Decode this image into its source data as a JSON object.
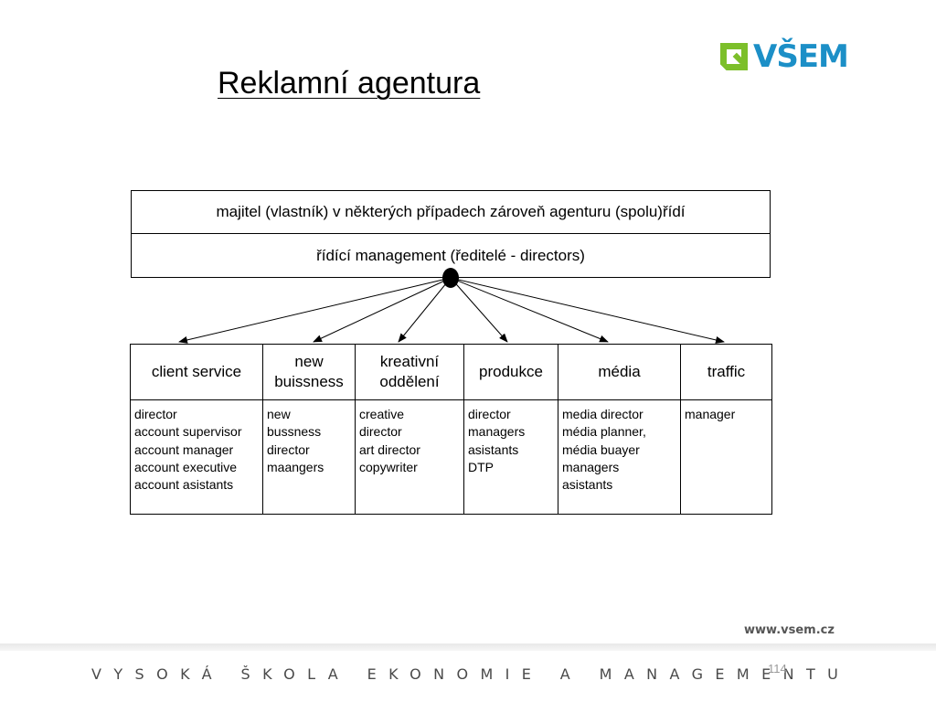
{
  "title": "Reklamní agentura",
  "logo": {
    "text": "VŠEM",
    "brand_color": "#1c8fc7",
    "accent_color": "#7cbf2a"
  },
  "owner_box": "majitel (vlastník) v některých případech zároveň agenturu (spolu)řídí",
  "management_box": "řídící management (ředitelé - directors)",
  "departments": [
    {
      "name": "client service",
      "roles": "director\naccount supervisor\naccount manager\naccount executive\naccount asistants"
    },
    {
      "name": "new\nbuissness",
      "roles": "new\nbussness\ndirector\nmaangers"
    },
    {
      "name": "kreativní\noddělení",
      "roles": "creative\ndirector\nart director\ncopywriter"
    },
    {
      "name": "produkce",
      "roles": "director\nmanagers\nasistants\nDTP"
    },
    {
      "name": "média",
      "roles": "media director\nmédia planner,\nmédia buayer\nmanagers\nasistants"
    },
    {
      "name": "traffic",
      "roles": "manager"
    }
  ],
  "footer": {
    "website": "www.vsem.cz",
    "school": "VYSOKÁ ŠKOLA EKONOMIE A MANAGEMENTU",
    "page": "114"
  }
}
